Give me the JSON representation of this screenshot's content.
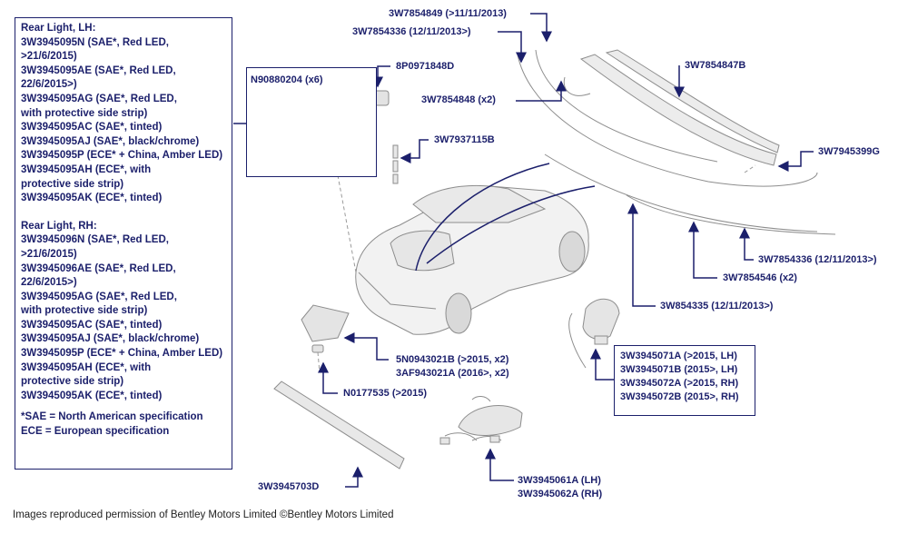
{
  "legend": {
    "lh_lines": [
      "Rear Light, LH:",
      "3W3945095N (SAE*, Red LED,",
      ">21/6/2015)",
      "3W3945095AE (SAE*, Red LED,",
      "22/6/2015>)",
      "3W3945095AG (SAE*, Red LED,",
      "with protective side strip)",
      "3W3945095AC (SAE*, tinted)",
      "3W3945095AJ (SAE*, black/chrome)",
      "3W3945095P (ECE* + China, Amber LED)",
      "3W3945095AH (ECE*, with",
      "protective side strip)",
      "3W3945095AK (ECE*, tinted)"
    ],
    "rh_lines": [
      "Rear Light, RH:",
      "3W3945096N (SAE*, Red LED,",
      ">21/6/2015)",
      "3W3945096AE (SAE*, Red LED,",
      "22/6/2015>)",
      "3W3945095AG (SAE*, Red LED,",
      "with protective side strip)",
      "3W3945095AC (SAE*, tinted)",
      "3W3945095AJ (SAE*, black/chrome)",
      "3W3945095P (ECE* + China, Amber LED)",
      "3W3945095AH (ECE*, with",
      "protective side strip)",
      "3W3945095AK (ECE*, tinted)"
    ],
    "notes": [
      " *SAE = North American specification",
      "  ECE = European specification"
    ]
  },
  "labels": {
    "n90880204": "N90880204 (x6)",
    "p0971848d": "8P0971848D",
    "w7854849": "3W7854849 (>11/11/2013)",
    "w7854336_top": "3W7854336 (12/11/2013>)",
    "w7854848": "3W7854848 (x2)",
    "w7854847b": "3W7854847B",
    "w7937115b": "3W7937115B",
    "w7945399g": "3W7945399G",
    "w7854336_right": "3W7854336 (12/11/2013>)",
    "w7854546": "3W7854546 (x2)",
    "w854335": "3W854335 (12/11/2013>)",
    "n0943021b_1": "5N0943021B (>2015, x2)",
    "n0943021b_2": "3AF943021A (2016>, x2)",
    "n0177535": "N0177535 (>2015)",
    "w3945703d": "3W3945703D",
    "w3945061_1": "3W3945061A (LH)",
    "w3945061_2": "3W3945062A (RH)"
  },
  "fog_box": [
    "3W3945071A (>2015, LH)",
    "3W3945071B (2015>, LH)",
    "3W3945072A (>2015, RH)",
    "3W3945072B (2015>, RH)"
  ],
  "footer": "Images reproduced permission of Bentley Motors Limited ©Bentley Motors Limited",
  "colors": {
    "ink": "#1b1f6b",
    "part": "#9a9a9a"
  }
}
